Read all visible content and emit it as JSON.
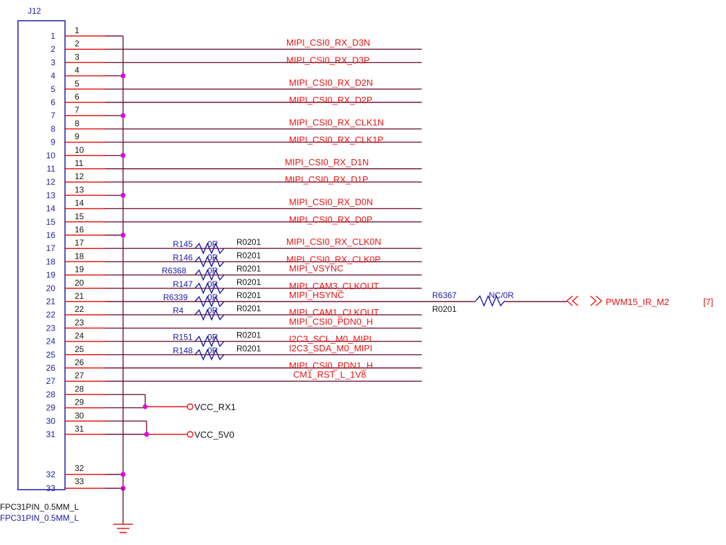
{
  "colors": {
    "wire": "#6e1432",
    "pin_stub": "#e81414",
    "junction": "#e000e0",
    "body": "#1a1aa8",
    "net_label": "#e81414",
    "ref_text": "#1a1aa8",
    "value_text": "#141414",
    "resistor": "#1a1aa8"
  },
  "connector": {
    "refdes": "J12",
    "footprint_1": "FPC31PIN_0.5MM_L",
    "footprint_2": "FPC31PIN_0.5MM_L",
    "pin_numbers": [
      "1",
      "2",
      "3",
      "4",
      "5",
      "6",
      "7",
      "8",
      "9",
      "10",
      "11",
      "12",
      "13",
      "14",
      "15",
      "16",
      "17",
      "18",
      "19",
      "20",
      "21",
      "22",
      "23",
      "24",
      "25",
      "26",
      "27",
      "28",
      "29",
      "30",
      "31",
      "32",
      "33"
    ],
    "net_indices": [
      "1",
      "2",
      "3",
      "4",
      "5",
      "6",
      "7",
      "8",
      "9",
      "10",
      "11",
      "12",
      "13",
      "14",
      "15",
      "16",
      "17",
      "18",
      "19",
      "20",
      "21",
      "22",
      "23",
      "24",
      "25",
      "26",
      "27",
      "28",
      "29",
      "30",
      "31",
      "32",
      "33"
    ]
  },
  "net_labels": [
    "MIPI_CSI0_RX_D3N",
    "MIPI_CSI0_RX_D3P",
    "MIPI_CSI0_RX_D2N",
    "MIPI_CSI0_RX_D2P",
    "MIPI_CSI0_RX_CLK1N",
    "MIPI_CSI0_RX_CLK1P",
    "MIPI_CSI0_RX_D1N",
    "MIPI_CSI0_RX_D1P",
    "MIPI_CSI0_RX_D0N",
    "MIPI_CSI0_RX_D0P",
    "MIPI_CSI0_RX_CLK0N",
    "MIPI_CSI0_RX_CLK0P",
    "MIPI_VSYNC",
    "MIPI_CAM3_CLKOUT",
    "MIPI_HSYNC",
    "MIPI_CAM1_CLKOUT",
    "MIPI_CSI0_PDN0_H",
    "I2C3_SCL_M0_MIPI",
    "I2C3_SDA_M0_MIPI",
    "MIPI_CSI0_PDN1_H",
    "CM1_RST_L_1V8"
  ],
  "resistors": [
    {
      "ref": "R145",
      "value": "0R",
      "package": "R0201"
    },
    {
      "ref": "R146",
      "value": "0R",
      "package": "R0201"
    },
    {
      "ref": "R6368",
      "value": "0R",
      "package": "R0201"
    },
    {
      "ref": "R147",
      "value": "0R",
      "package": "R0201"
    },
    {
      "ref": "R6339",
      "value": "0R",
      "package": "R0201"
    },
    {
      "ref": "R4",
      "value": "0R",
      "package": "R0201"
    },
    {
      "ref": "R151",
      "value": "0R",
      "package": "R0201"
    },
    {
      "ref": "R148",
      "value": "0R",
      "package": "R0201"
    }
  ],
  "ir_resistor": {
    "ref": "R6367",
    "value": "NC/0R",
    "package": "R0201"
  },
  "offpage": {
    "label": "PWM15_IR_M2",
    "sheet": "[7]"
  },
  "power": {
    "rx": "VCC_RX1",
    "v5": "VCC_5V0"
  }
}
